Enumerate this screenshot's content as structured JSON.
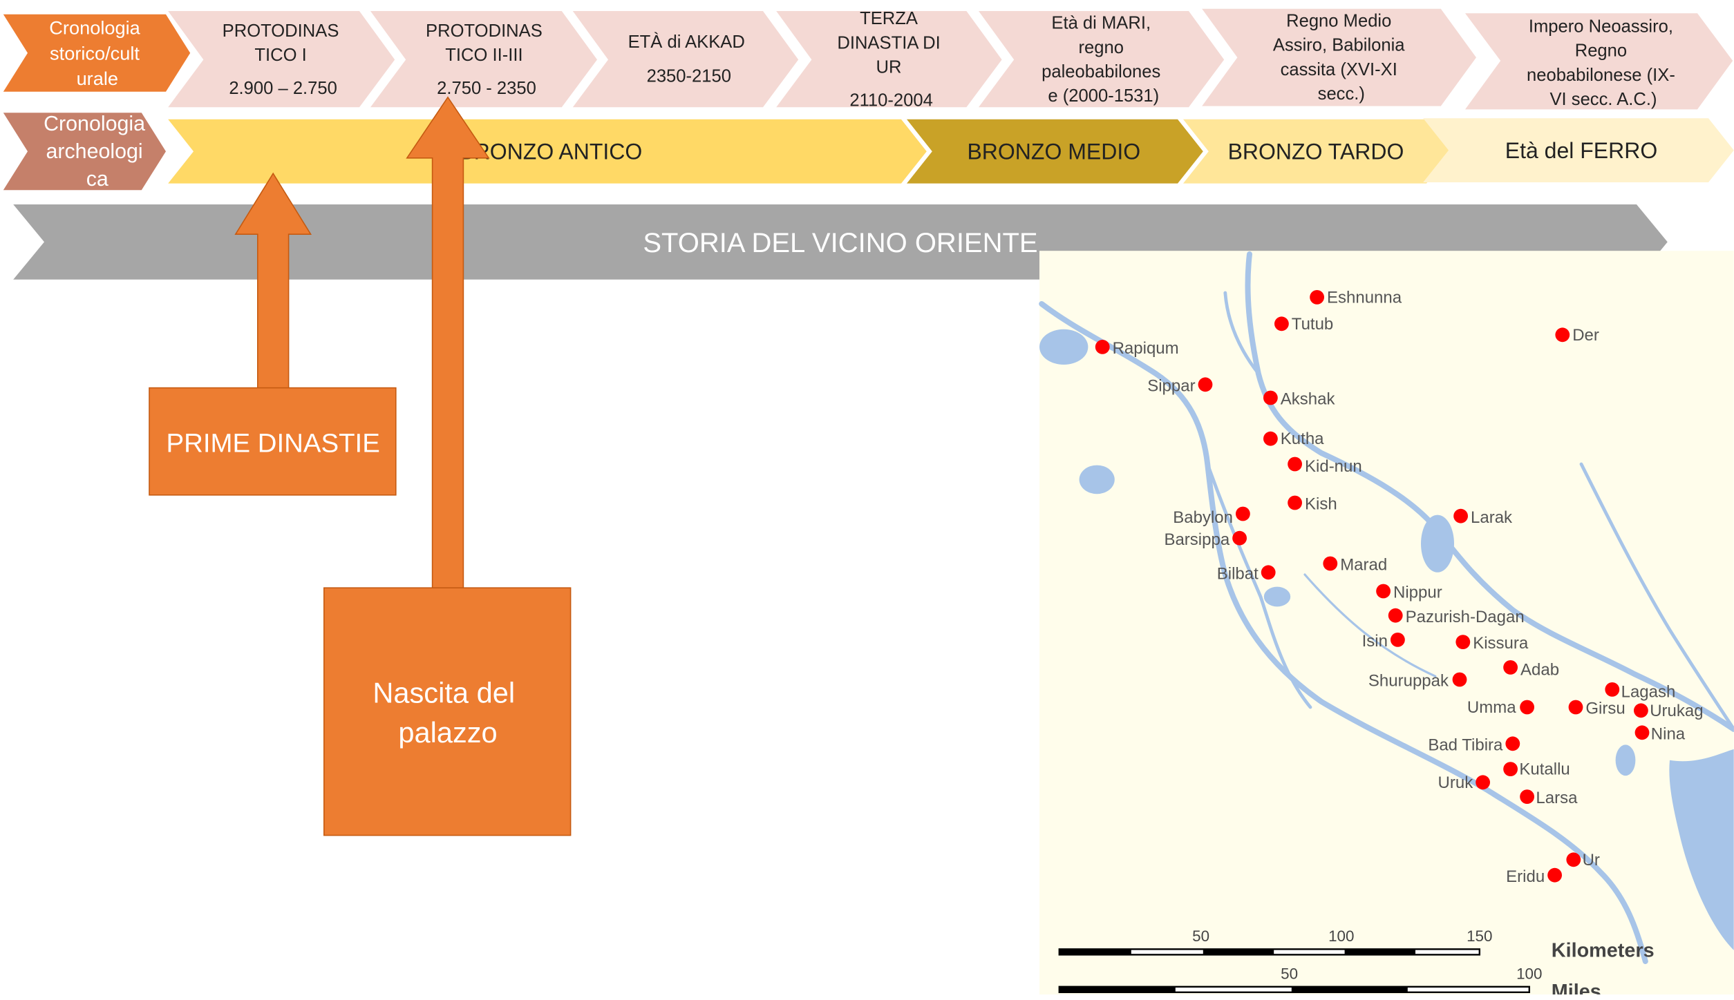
{
  "row1": {
    "label": [
      "Cronologia",
      "storico/cult",
      "urale"
    ],
    "items": [
      {
        "lines": [
          "PROTODINAS",
          "TICO I",
          "",
          "2.900 – 2.750"
        ]
      },
      {
        "lines": [
          "PROTODINAS",
          "TICO II-III",
          "",
          "2.750 - 2350"
        ]
      },
      {
        "lines": [
          "ETÀ di AKKAD",
          "",
          "2350-2150"
        ]
      },
      {
        "lines": [
          "TERZA",
          "DINASTIA DI",
          "UR",
          "",
          "2110-2004"
        ]
      },
      {
        "lines": [
          "Età di MARI,",
          "regno",
          "paleobabilones",
          "e (2000-1531)"
        ]
      },
      {
        "lines": [
          "Regno Medio",
          "Assiro, Babilonia",
          "cassita (XVI-XI",
          "secc.)"
        ]
      },
      {
        "lines": [
          "Impero Neoassiro,",
          "Regno",
          "neobabilonese (IX-",
          "VI secc. A.C.)"
        ]
      }
    ]
  },
  "row2": {
    "label": [
      "Cronologia",
      "archeologi",
      "ca"
    ],
    "items": [
      "BRONZO ANTICO",
      "BRONZO MEDIO",
      "BRONZO TARDO",
      "Età del FERRO"
    ]
  },
  "banner": "STORIA DEL VICINO ORIENTE",
  "callouts": {
    "prime": "PRIME DINASTIE",
    "palazzo": [
      "Nascita del",
      "palazzo"
    ]
  },
  "map": {
    "cities": [
      {
        "name": "Eshnunna"
      },
      {
        "name": "Tutub"
      },
      {
        "name": "Der"
      },
      {
        "name": "Rapiqum"
      },
      {
        "name": "Sippar"
      },
      {
        "name": "Akshak"
      },
      {
        "name": "Kutha"
      },
      {
        "name": "Kid-nun"
      },
      {
        "name": "Kish"
      },
      {
        "name": "Babylon"
      },
      {
        "name": "Barsippa"
      },
      {
        "name": "Larak"
      },
      {
        "name": "Bilbat"
      },
      {
        "name": "Marad"
      },
      {
        "name": "Nippur"
      },
      {
        "name": "Pazurish-Dagan"
      },
      {
        "name": "Isin"
      },
      {
        "name": "Kissura"
      },
      {
        "name": "Adab"
      },
      {
        "name": "Shuruppak"
      },
      {
        "name": "Lagash"
      },
      {
        "name": "Umma"
      },
      {
        "name": "Girsu"
      },
      {
        "name": "Urukag"
      },
      {
        "name": "Nina"
      },
      {
        "name": "Bad Tibira"
      },
      {
        "name": "Kutallu"
      },
      {
        "name": "Uruk"
      },
      {
        "name": "Larsa"
      },
      {
        "name": "Ur"
      },
      {
        "name": "Eridu"
      }
    ],
    "scale": {
      "km_ticks": [
        "50",
        "100",
        "150"
      ],
      "km_label": "Kilometers",
      "mi_ticks": [
        "50",
        "100"
      ],
      "mi_label": "Miles"
    }
  },
  "colors": {
    "label1": "#ED7D31",
    "label2": "#C5806A",
    "row1_fill": "#F4D9D4",
    "antico": "#FFD966",
    "medio": "#C9A227",
    "tardo": "#FFE699",
    "ferro": "#FFF2CC",
    "banner": "#A6A6A6",
    "orange": "#ED7D31",
    "map_bg": "#FFFDEB",
    "water": "#A7C4E8",
    "dot": "#FF0000"
  }
}
